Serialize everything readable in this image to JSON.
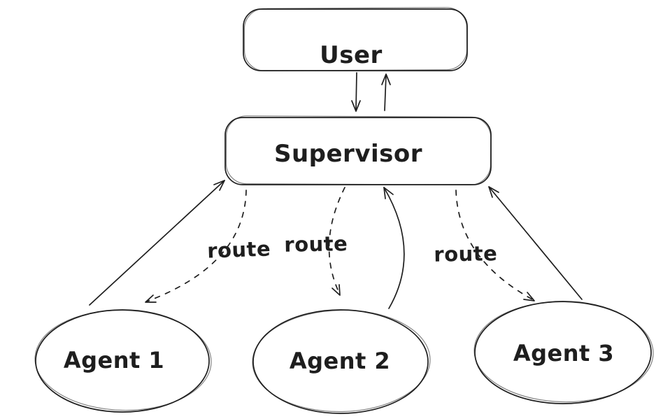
{
  "diagram": {
    "background_color": "#ffffff",
    "stroke_color": "#1e1e1e",
    "style": "hand-drawn-sketch",
    "nodes": [
      {
        "id": "user",
        "label": "User",
        "shape": "rounded-rectangle"
      },
      {
        "id": "supervisor",
        "label": "Supervisor",
        "shape": "rounded-rectangle"
      },
      {
        "id": "agent1",
        "label": "Agent 1",
        "shape": "ellipse"
      },
      {
        "id": "agent2",
        "label": "Agent 2",
        "shape": "ellipse"
      },
      {
        "id": "agent3",
        "label": "Agent 3",
        "shape": "ellipse"
      }
    ],
    "edges": [
      {
        "from": "user",
        "to": "supervisor",
        "style": "solid",
        "label": ""
      },
      {
        "from": "supervisor",
        "to": "user",
        "style": "solid",
        "label": ""
      },
      {
        "from": "agent1",
        "to": "supervisor",
        "style": "solid",
        "label": ""
      },
      {
        "from": "agent2",
        "to": "supervisor",
        "style": "solid",
        "label": ""
      },
      {
        "from": "agent3",
        "to": "supervisor",
        "style": "solid",
        "label": ""
      },
      {
        "from": "supervisor",
        "to": "agent1",
        "style": "dashed",
        "label": "route"
      },
      {
        "from": "supervisor",
        "to": "agent2",
        "style": "dashed",
        "label": "route"
      },
      {
        "from": "supervisor",
        "to": "agent3",
        "style": "dashed",
        "label": "route"
      }
    ]
  }
}
